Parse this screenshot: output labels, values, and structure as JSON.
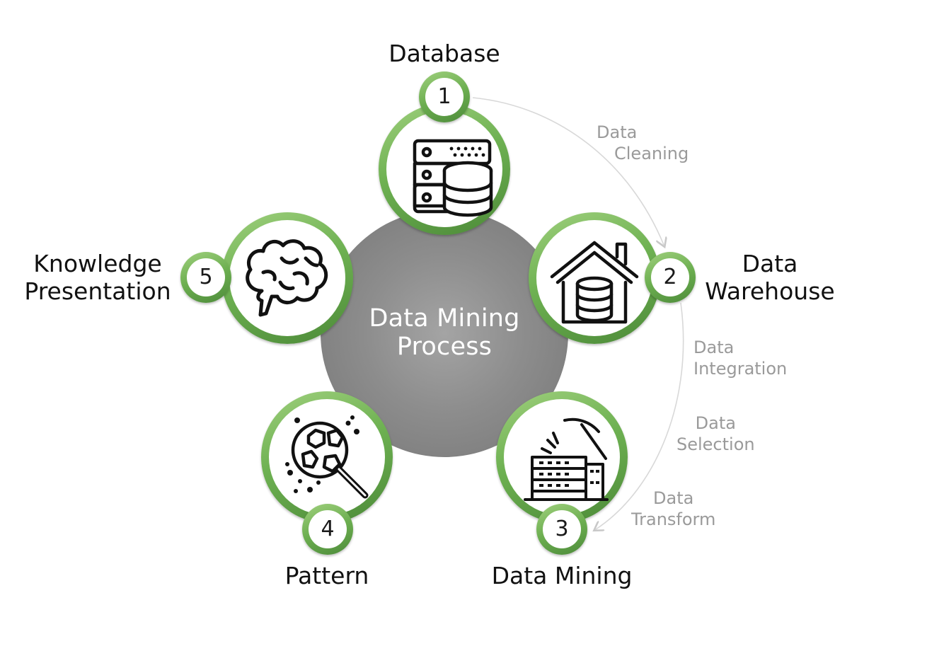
{
  "center": {
    "line1": "Data Mining",
    "line2": "Process"
  },
  "steps": [
    {
      "number": "1",
      "label_lines": [
        "Database"
      ],
      "icon": "database-server-icon"
    },
    {
      "number": "2",
      "label_lines": [
        "Data",
        "Warehouse"
      ],
      "icon": "data-warehouse-icon"
    },
    {
      "number": "3",
      "label_lines": [
        "Data Mining"
      ],
      "icon": "mining-pickaxe-icon"
    },
    {
      "number": "4",
      "label_lines": [
        "Pattern"
      ],
      "icon": "pattern-magnifier-icon"
    },
    {
      "number": "5",
      "label_lines": [
        "Knowledge",
        "Presentation"
      ],
      "icon": "brain-icon"
    }
  ],
  "processes": [
    {
      "lines": [
        "Data",
        "Cleaning"
      ]
    },
    {
      "lines": [
        "Data",
        "Integration"
      ]
    },
    {
      "lines": [
        "Data",
        "Selection"
      ]
    },
    {
      "lines": [
        "Data",
        "Transform"
      ]
    }
  ],
  "colors": {
    "ring_light": "#9fd07d",
    "ring_dark": "#4c8a38",
    "center_disc": "#8d8d8d",
    "process_text": "#9a9a9a",
    "arrow": "#c8c8c8"
  }
}
